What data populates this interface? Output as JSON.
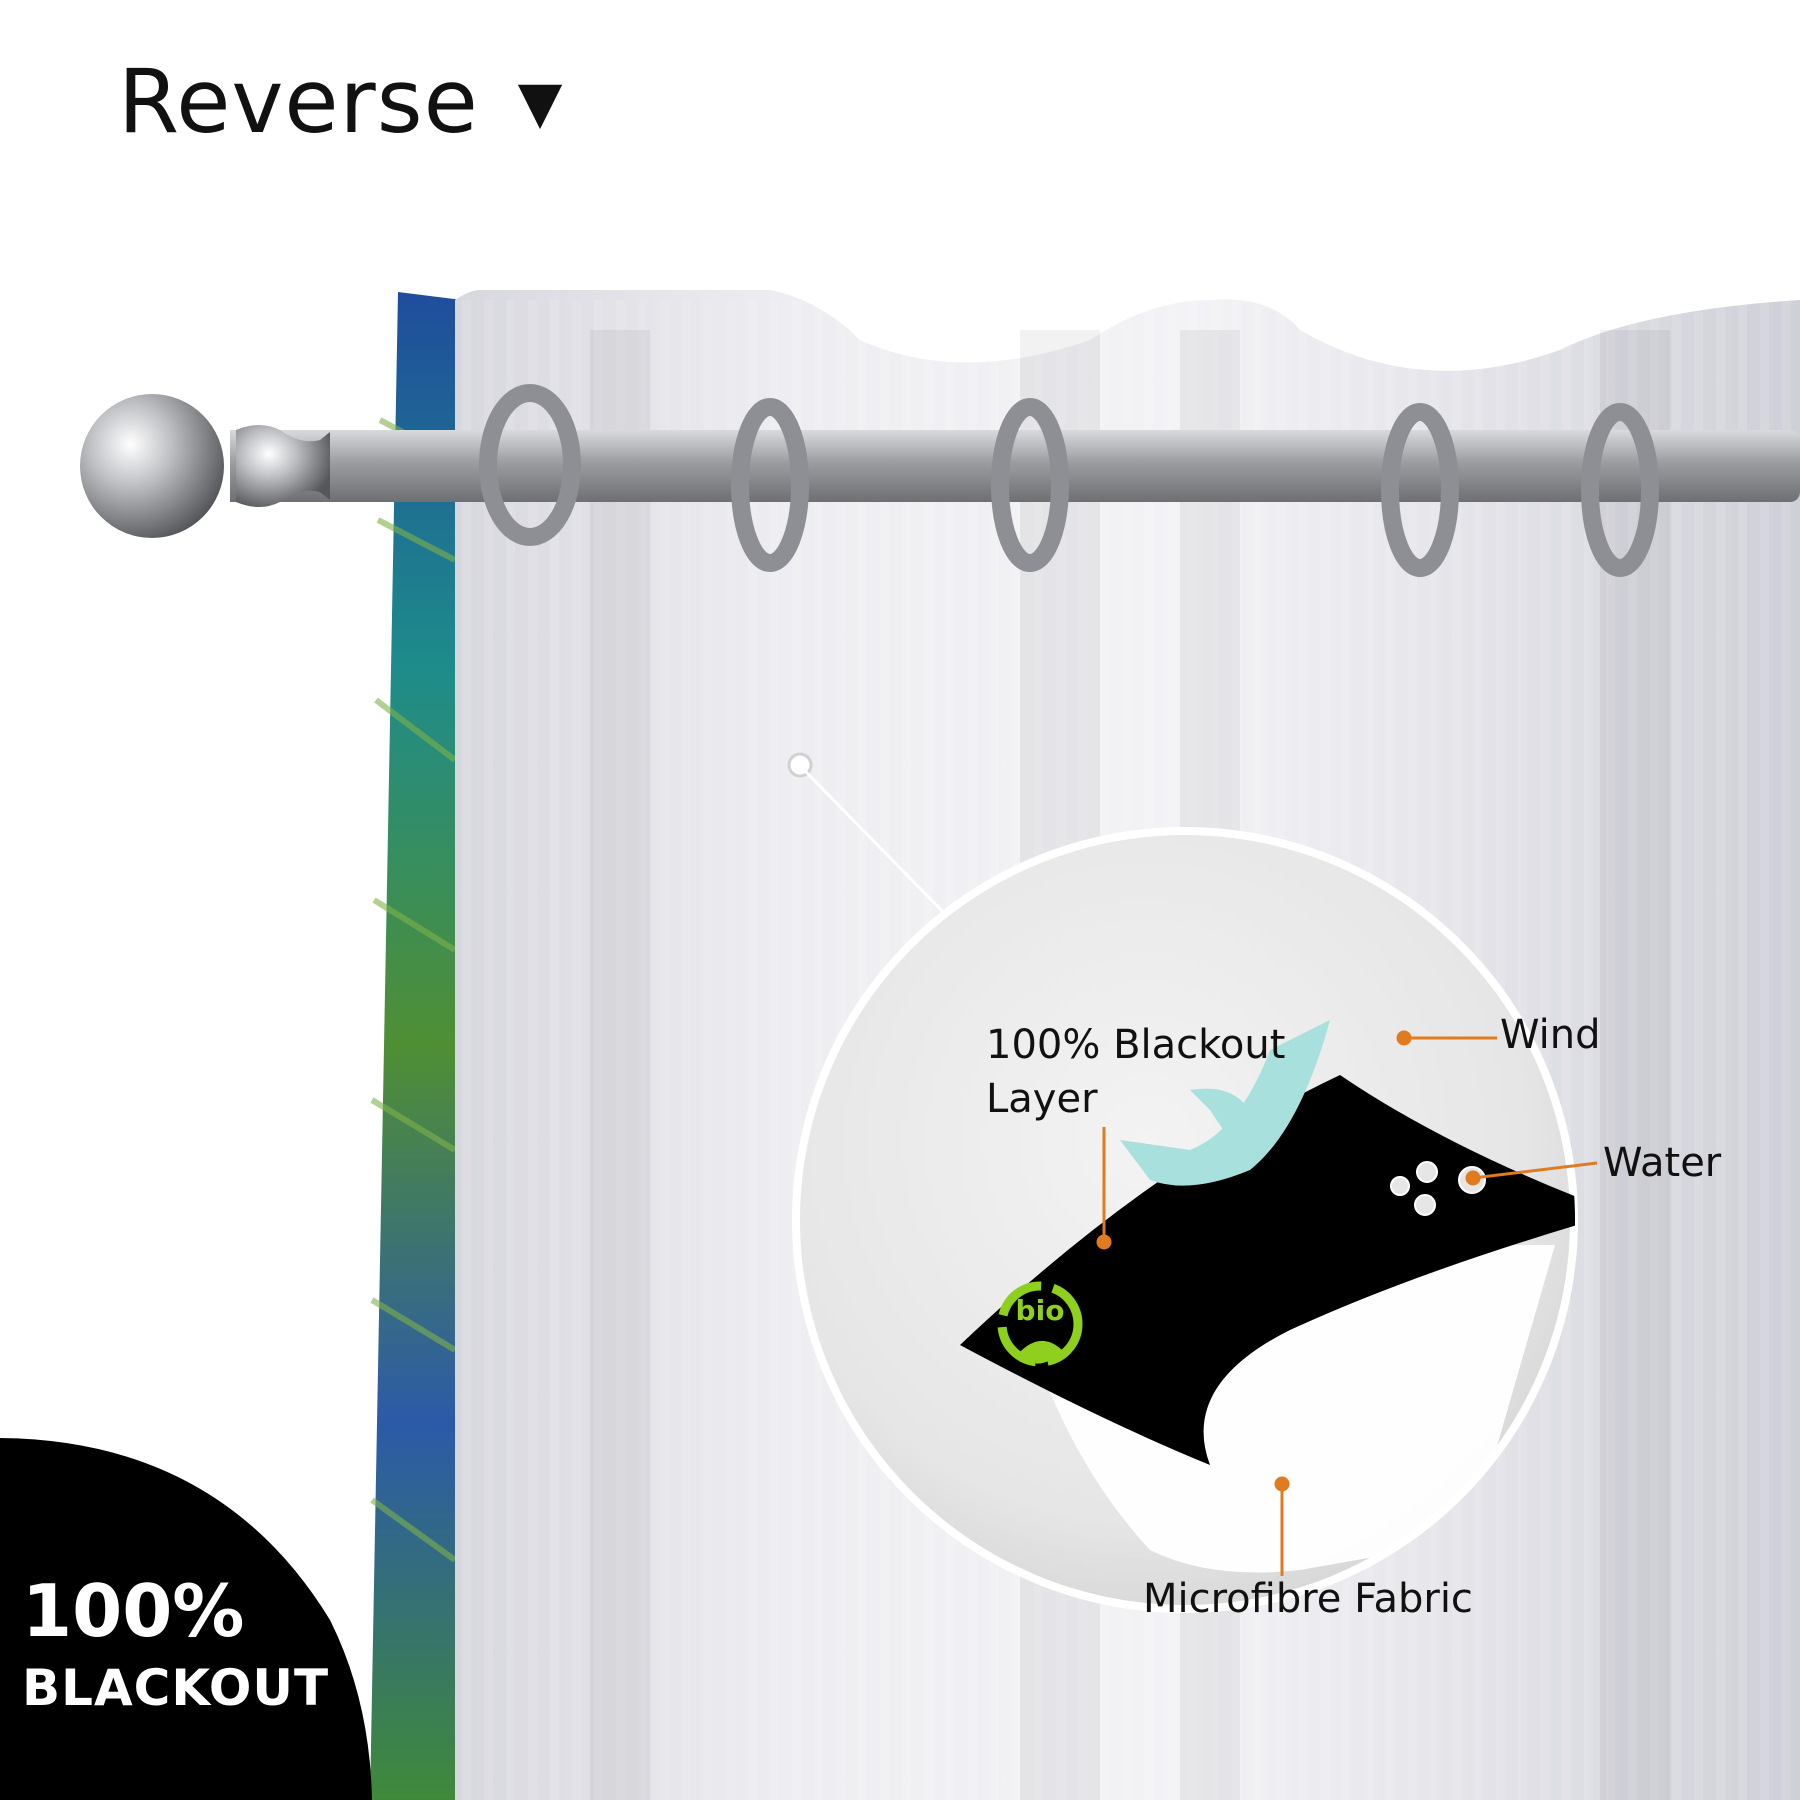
{
  "heading": {
    "text": "Reverse",
    "arrow": "▼"
  },
  "colors": {
    "curtain": "#e9e9ee",
    "rod": "#a7a9ad",
    "accent": "#e07b20",
    "blackout_layer": "#000000",
    "wind": "#a7e0dc",
    "bio_logo": "#8fcf1e",
    "leaf_blue": "#1f4d9c",
    "leaf_green": "#5f9a2e"
  },
  "callout": {
    "blackout_layer": "100% Blackout\nLayer",
    "wind": "Wind",
    "water": "Water",
    "microfibre": "Microfibre Fabric",
    "bio_logo_text": "bio"
  },
  "badge": {
    "percent": "100%",
    "word": "BLACKOUT"
  }
}
